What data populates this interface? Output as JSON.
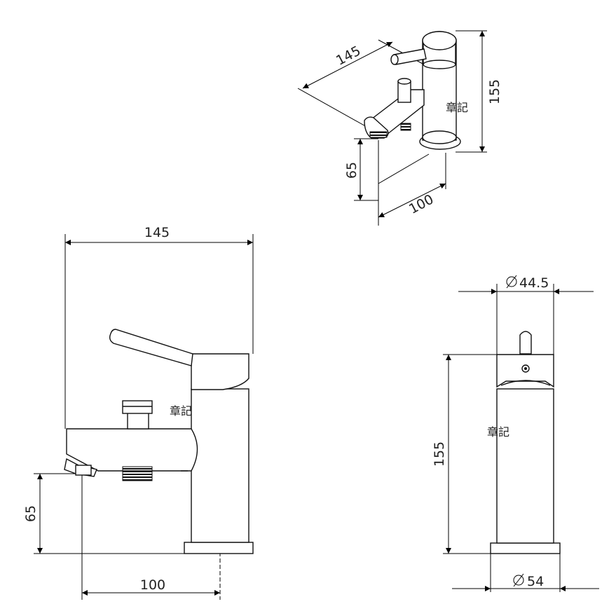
{
  "watermark": "章記",
  "iso_view": {
    "width": "145",
    "height": "155",
    "spout_height": "65",
    "spout_reach": "100"
  },
  "side_view": {
    "width": "145",
    "spout_height": "65",
    "spout_reach": "100"
  },
  "front_view": {
    "top_diameter": "44.5",
    "height": "155",
    "base_diameter": "54"
  }
}
